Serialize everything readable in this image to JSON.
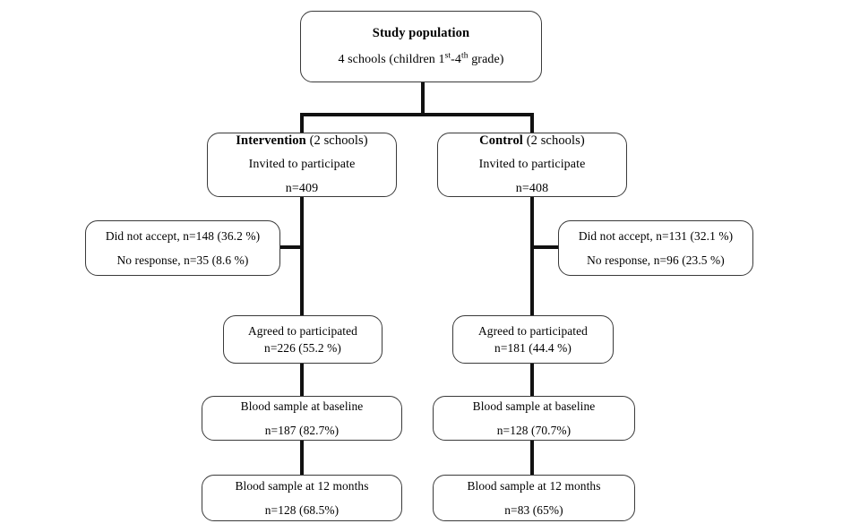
{
  "figure": {
    "type": "flowchart",
    "description": "Study participant flow diagram"
  },
  "nodes": {
    "study_population": {
      "title": "Study population",
      "line2_prefix": "4 schools (children 1",
      "line2_sup1": "st",
      "line2_mid": "-4",
      "line2_sup2": "th",
      "line2_suffix": " grade)"
    },
    "intervention": {
      "name": "Intervention",
      "schools": "(2 schools)",
      "line2": "Invited to participate",
      "line3": "n=409"
    },
    "control": {
      "name": "Control",
      "schools": "(2 schools)",
      "line2": "Invited to participate",
      "line3": "n=408"
    },
    "intervention_excluded": {
      "line1": "Did not accept, n=148 (36.2 %)",
      "line2": "No response, n=35 (8.6 %)"
    },
    "control_excluded": {
      "line1": "Did not accept, n=131 (32.1 %)",
      "line2": "No response, n=96 (23.5 %)"
    },
    "intervention_agreed": {
      "line1": "Agreed to participated",
      "line2": "n=226 (55.2 %)"
    },
    "control_agreed": {
      "line1": "Agreed to participated",
      "line2": "n=181 (44.4 %)"
    },
    "intervention_baseline": {
      "line1": "Blood sample at baseline",
      "line2": "n=187 (82.7%)"
    },
    "control_baseline": {
      "line1": "Blood sample at baseline",
      "line2": "n=128 (70.7%)"
    },
    "intervention_followup": {
      "line1": "Blood sample at 12 months",
      "line2": "n=128 (68.5%)"
    },
    "control_followup": {
      "line1": "Blood sample at 12 months",
      "line2": "n=83 (65%)"
    }
  },
  "colors": {
    "box_border": "#3a3a3a",
    "connector": "#111111",
    "background": "#ffffff",
    "text": "#000000"
  }
}
